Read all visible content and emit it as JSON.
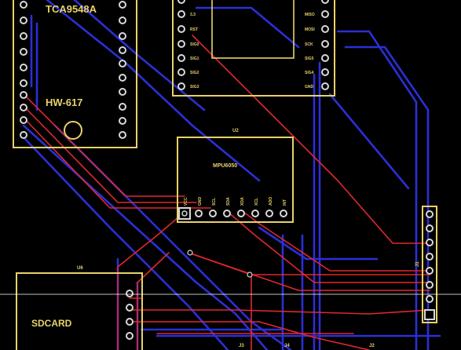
{
  "colors": {
    "board": "#000000",
    "silkscreen": "#e8d26a",
    "pad_ring": "#d8d8d8",
    "trace_top": "#e0282e",
    "trace_bottom": "#2b2fd6"
  },
  "modules": {
    "mux": {
      "name": "TCA9548A",
      "model": "HW-617"
    },
    "esp": {
      "pins_left": [
        "3.3",
        "RST",
        "SIG0",
        "SIG1",
        "SIG2",
        "SIG3"
      ],
      "pins_right": [
        "MISO",
        "MOSI",
        "SCK",
        "SIG5",
        "SIG4",
        "GND"
      ]
    },
    "imu": {
      "ref": "U2",
      "name": "MPU6050",
      "pins": [
        "VCC",
        "GND",
        "SCL",
        "SDA",
        "XDA",
        "XCL",
        "ADO",
        "INT"
      ]
    },
    "sd": {
      "ref": "U6",
      "name": "SDCARD"
    },
    "header": {
      "ref": "J1"
    },
    "bottom_refs": [
      "J3",
      "J4",
      "J2"
    ]
  }
}
